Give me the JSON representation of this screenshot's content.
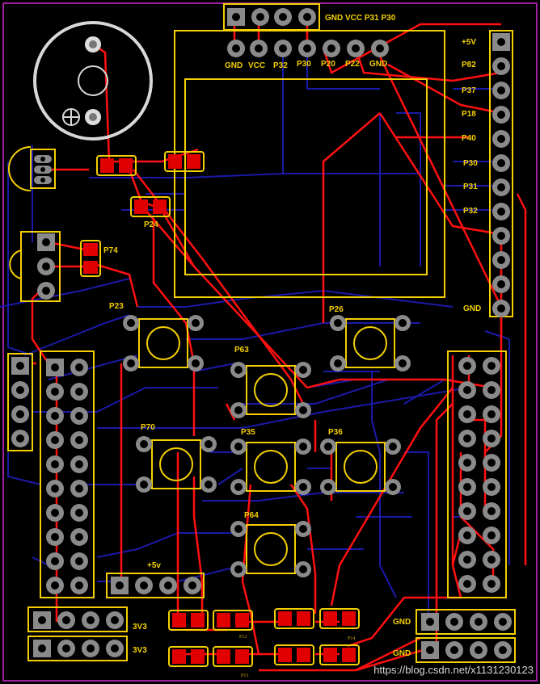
{
  "colors": {
    "background": "#000000",
    "board_outline": "#a020a0",
    "silkscreen": "#f5d000",
    "top_copper": "#ff1010",
    "bottom_copper": "#1a1aa8",
    "pad": "#8a8a8a",
    "smd_pad": "#e00000"
  },
  "labels": {
    "top_header": "GND VCC P31 P30",
    "mod_gnd": "GND",
    "mod_vcc": "VCC",
    "mod_p32": "P32",
    "mod_p30": "P30",
    "mod_p20": "P20",
    "mod_p22": "P22",
    "mod_gnd2": "GND",
    "r_5v": "+5V",
    "r_p82": "P82",
    "r_p37": "P37",
    "r_p18": "P18",
    "r_p40": "P40",
    "r_p30": "P30",
    "r_p31": "P31",
    "r_p32": "P32",
    "r_gnd": "GND",
    "p24": "P24",
    "p74": "P74",
    "p23": "P23",
    "p26": "P26",
    "p63": "P63",
    "p70": "P70",
    "p35": "P35",
    "p36": "P36",
    "p64": "P64",
    "plus5v": "+5v",
    "v3a": "3V3",
    "v3b": "3V3",
    "gnd_a": "GND",
    "gnd_b": "GND",
    "led_p12": "P12",
    "led_p13": "P13",
    "led_p14": "P14"
  },
  "watermark": "https://blog.csdn.net/x1131230123"
}
